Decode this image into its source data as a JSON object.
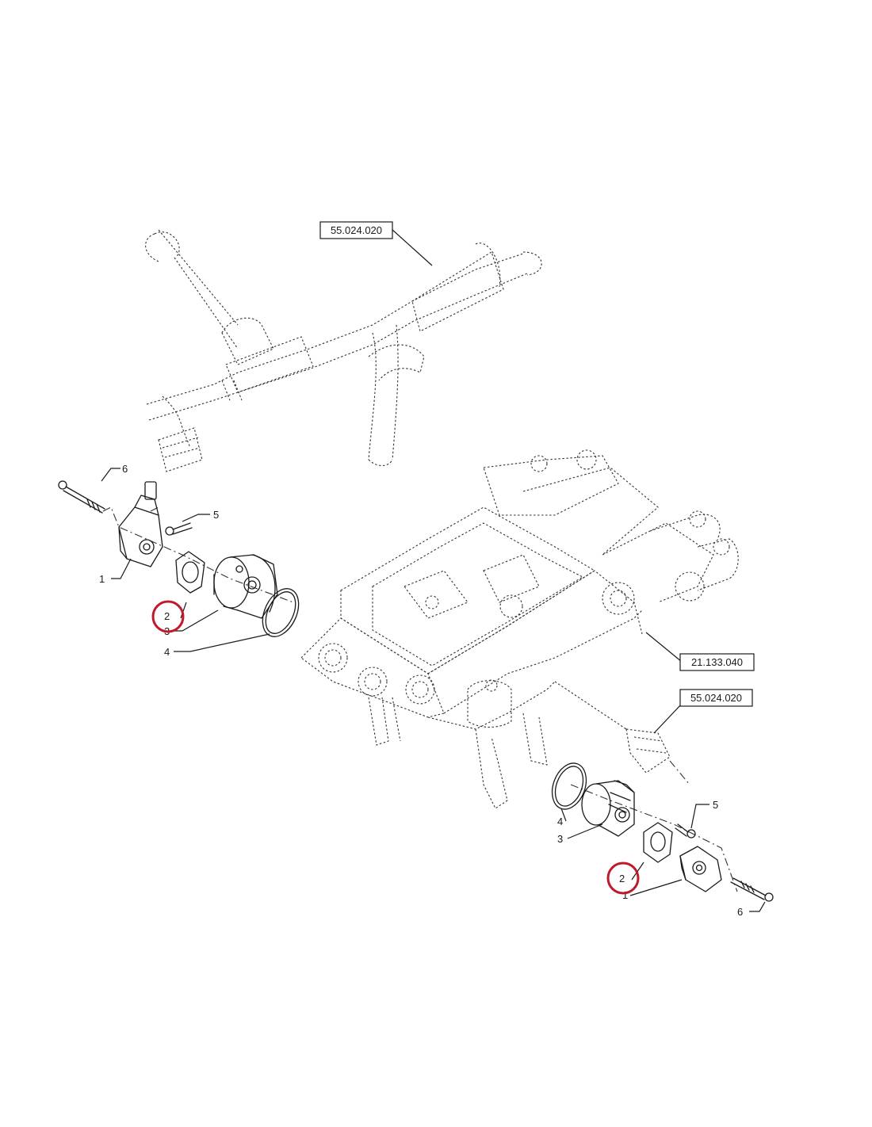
{
  "refs": {
    "harness_top": "55.024.020",
    "valve_block": "21.133.040",
    "harness_right": "55.024.020"
  },
  "callouts_left": {
    "p1": "1",
    "p2": "2",
    "p3": "3",
    "p4": "4",
    "p5": "5",
    "p6": "6"
  },
  "callouts_right": {
    "p1": "1",
    "p2": "2",
    "p3": "3",
    "p4": "4",
    "p5": "5",
    "p6": "6"
  },
  "highlight_color": "#c0192b",
  "line_color": "#1a1a1a"
}
